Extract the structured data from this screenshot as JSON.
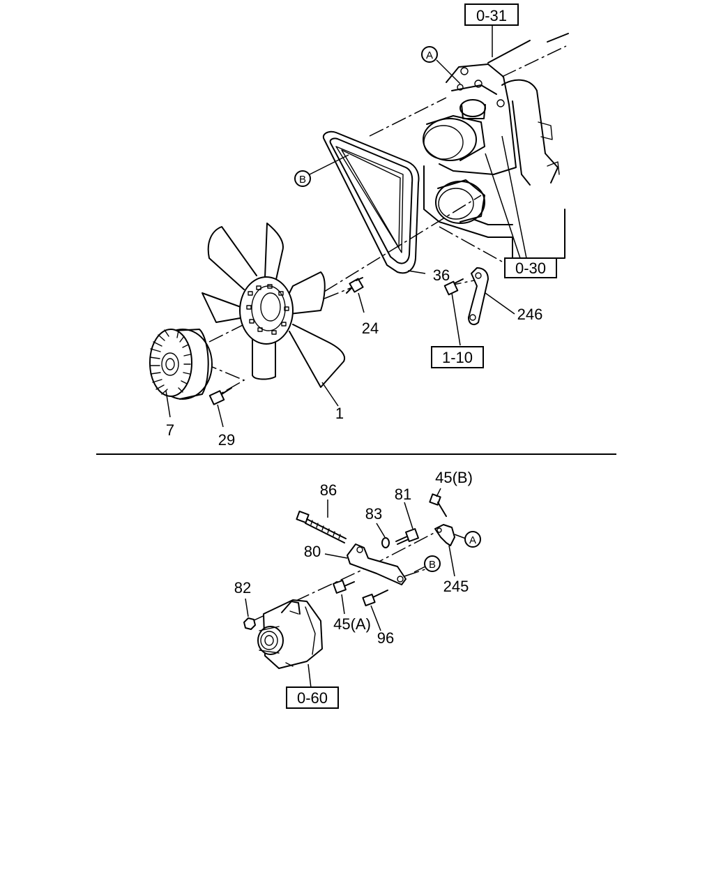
{
  "section_refs": {
    "ref_0_31": "0-31",
    "ref_0_30": "0-30",
    "ref_1_10": "1-10",
    "ref_0_60": "0-60"
  },
  "callouts": {
    "circle_a_top": "A",
    "circle_b_top": "B",
    "circle_a_bottom": "A",
    "circle_b_bottom": "B"
  },
  "part_numbers": {
    "p36": "36",
    "p24": "24",
    "p246": "246",
    "p7": "7",
    "p29": "29",
    "p1": "1",
    "p86": "86",
    "p83": "83",
    "p81": "81",
    "p45b": "45(B)",
    "p80": "80",
    "p245": "245",
    "p82": "82",
    "p45a": "45(A)",
    "p96": "96"
  }
}
